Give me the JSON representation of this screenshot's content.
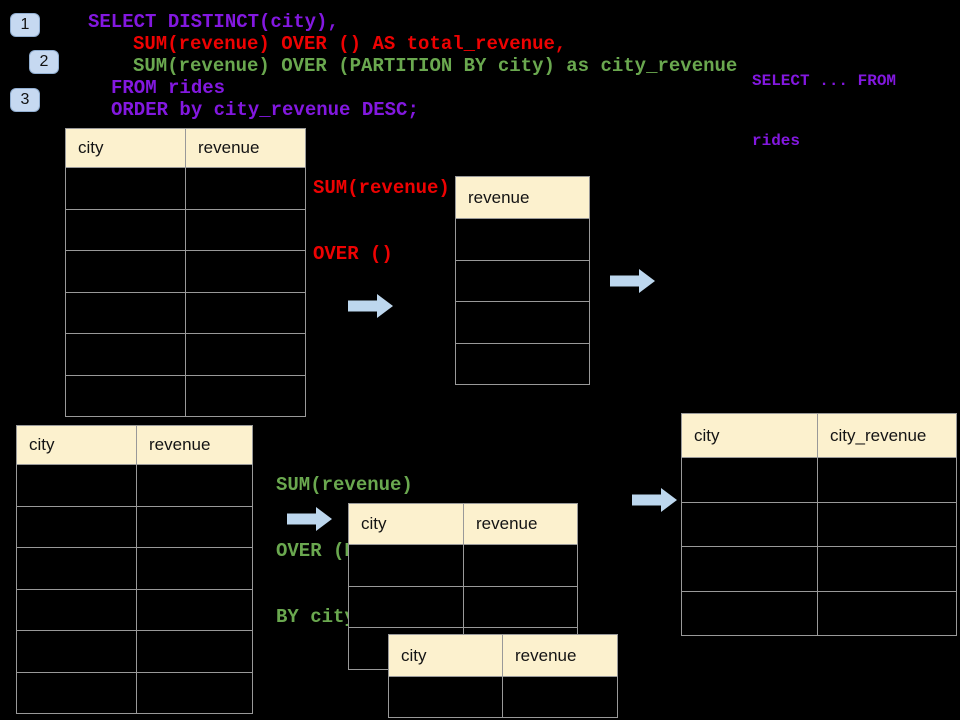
{
  "palette": {
    "background": "#000000",
    "sql_purple": "#8318E0",
    "sql_red": "#EE0202",
    "sql_green": "#6AA84F",
    "table_header_bg": "#FCF1CE",
    "table_border": "#999999",
    "arrow_blue": "#BDD7EE",
    "badge_blue": "#C6D9F1"
  },
  "badges": [
    {
      "label": "1"
    },
    {
      "label": "2"
    },
    {
      "label": "3"
    }
  ],
  "sql": {
    "lines": [
      {
        "text": "SELECT DISTINCT(city),",
        "color": "#8318E0"
      },
      {
        "text": "SUM(revenue) OVER () AS total_revenue,",
        "color": "#EE0202"
      },
      {
        "text": "SUM(revenue) OVER (PARTITION BY city) as city_revenue",
        "color": "#6AA84F"
      },
      {
        "text": "FROM rides",
        "color": "#8318E0"
      },
      {
        "text": "ORDER by city_revenue DESC;",
        "color": "#8318E0"
      }
    ]
  },
  "side_note": {
    "color": "#8318E0",
    "lines": [
      {
        "text": "SELECT ... FROM"
      },
      {
        "text": "rides"
      }
    ]
  },
  "annotations": {
    "total": {
      "color": "#EE0202",
      "lines": [
        {
          "text": "SUM(revenue)"
        },
        {
          "text": "OVER ()"
        }
      ]
    },
    "partition": {
      "color": "#6AA84F",
      "lines": [
        {
          "text": "SUM(revenue)"
        },
        {
          "text": "OVER (PARTITION"
        },
        {
          "text": "BY city)"
        }
      ]
    }
  },
  "tables": {
    "source_top": {
      "headers": [
        "city",
        "revenue"
      ],
      "body_rows": 6
    },
    "total_result": {
      "headers": [
        "revenue"
      ],
      "body_rows": 4
    },
    "source_bottom": {
      "headers": [
        "city",
        "revenue"
      ],
      "body_rows": 6
    },
    "partition_step": {
      "headers": [
        "city",
        "revenue"
      ],
      "body_rows": 3
    },
    "partition_overlay": {
      "headers": [
        "city",
        "revenue"
      ],
      "body_rows": 1
    },
    "city_revenue_result": {
      "headers": [
        "city",
        "city_revenue"
      ],
      "body_rows": 4
    }
  }
}
